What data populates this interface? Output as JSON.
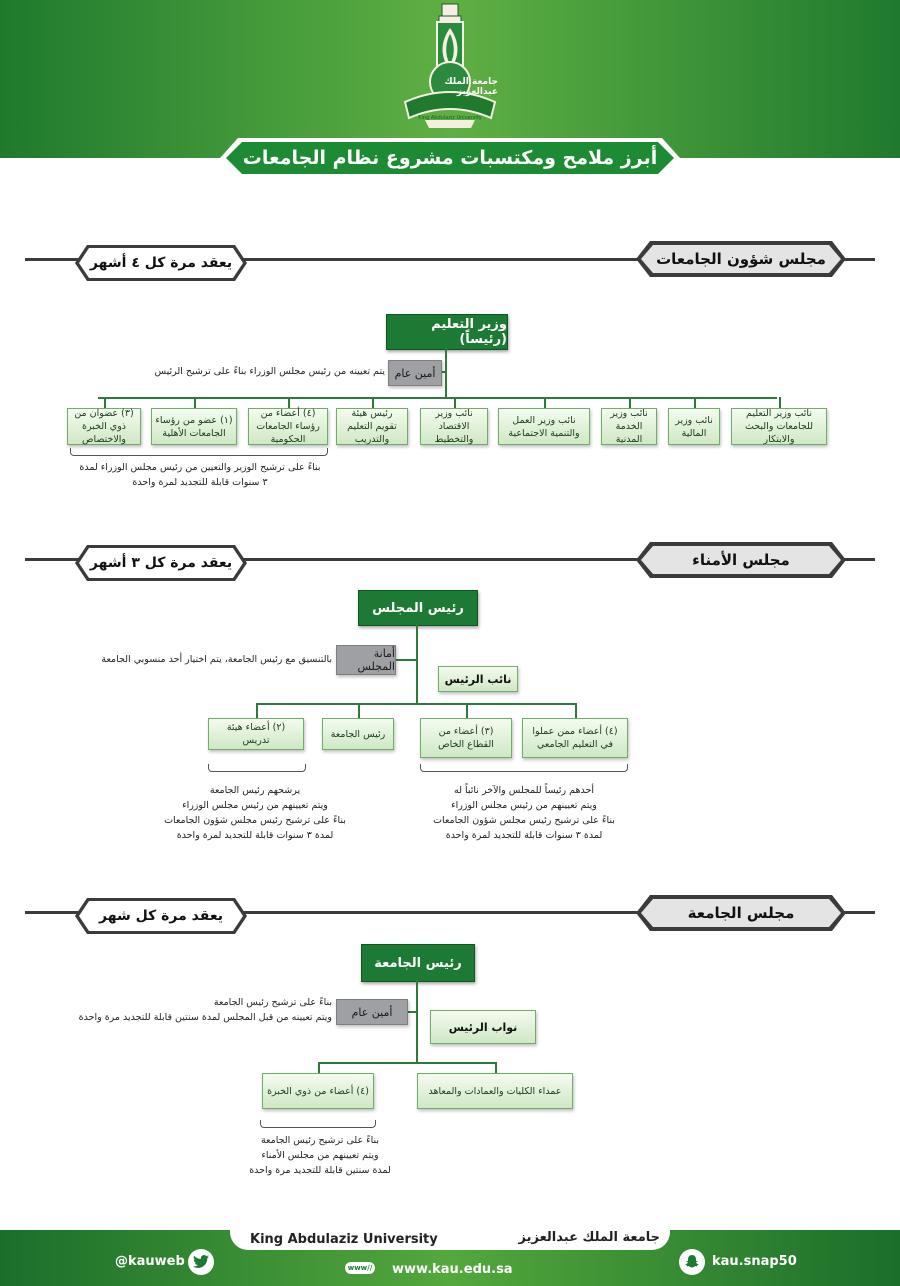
{
  "header": {
    "logo_text": "جامعة الملك عبدالعزيز",
    "logo_sub": "King Abdulaziz University",
    "title": "أبرز ملامح ومكتسبات مشروع نظام الجامعات"
  },
  "colors": {
    "dark_green": "#1d7a34",
    "light_green": "#cfe8c4",
    "gray": "#9ea0a3",
    "band": "#5fb043"
  },
  "section1": {
    "label": "مجلس شؤون الجامعات",
    "frequency": "يعقد مرة كل ٤ أشهر",
    "head": "وزير التعليم (رئيساً)",
    "secretary": "أمين عام",
    "secretary_note": "يتم تعيينه من رئيس مجلس الوزراء بناءً على ترشيح الرئيس",
    "members": [
      "نائب وزير التعليم للجامعات والبحث والابتكار",
      "نائب وزير المالية",
      "نائب وزير الخدمة المدنية",
      "نائب وزير العمل والتنمية الاجتماعية",
      "نائب وزير الاقتصاد والتخطيط",
      "رئيس هيئة تقويم التعليم والتدريب",
      "(٤) أعضاء من رؤساء الجامعات الحكومية",
      "(١) عضو من رؤساء الجامعات الأهلية",
      "(٣) عضوان من ذوي الخبرة والاختصاص"
    ],
    "members_note": [
      "بناءً على ترشيح الوزير والتعيين من رئيس مجلس الوزراء لمدة",
      "٣ سنوات قابلة للتجديد لمرة واحدة"
    ]
  },
  "section2": {
    "label": "مجلس الأمناء",
    "frequency": "يعقد مرة كل ٣ أشهر",
    "head": "رئيس المجلس",
    "secretary": "أمانة المجلس",
    "secretary_note": "بالتنسيق مع رئيس الجامعة، يتم اختيار أحد منسوبي الجامعة",
    "deputy": "نائب الرئيس",
    "members": [
      "(٤) أعضاء ممن عملوا في التعليم الجامعي",
      "(٣) أعضاء من القطاع الخاص",
      "رئيس الجامعة",
      "(٢) أعضاء هيئة تدريس"
    ],
    "note_right": [
      "أحدهم رئيساً للمجلس والآخر نائباً له",
      "ويتم تعيينهم من رئيس مجلس الوزراء",
      "بناءً على ترشيح رئيس مجلس شؤون الجامعات",
      "لمدة ٣ سنوات قابلة للتجديد لمرة واحدة"
    ],
    "note_left": [
      "يرشحهم رئيس الجامعة",
      "ويتم تعيينهم من رئيس مجلس الوزراء",
      "بناءً على ترشيح رئيس مجلس شؤون الجامعات",
      "لمدة ٣ سنوات قابلة للتجديد لمرة واحدة"
    ]
  },
  "section3": {
    "label": "مجلس الجامعة",
    "frequency": "يعقد مرة كل شهر",
    "head": "رئيس الجامعة",
    "secretary": "أمين عام",
    "secretary_note": [
      "بناءً على ترشيح رئيس الجامعة",
      "ويتم تعيينه من قبل المجلس لمدة سنتين قابلة للتجديد مرة واحدة"
    ],
    "deputy": "نواب الرئيس",
    "members": [
      "عمداء الكليات والعمادات والمعاهد",
      "(٤) أعضاء من ذوي الخبرة"
    ],
    "members_note": [
      "بناءً على ترشيح رئيس الجامعة",
      "ويتم تعيينهم من مجلس الأمناء",
      "لمدة سنتين قابلة للتجديد مرة واحدة"
    ]
  },
  "footer": {
    "name_en": "King Abdulaziz University",
    "name_ar": "جامعة الملك عبدالعزيز",
    "twitter": "@kauweb",
    "website": "www.kau.edu.sa",
    "www_badge": "www//",
    "snapchat": "kau.snap50"
  }
}
